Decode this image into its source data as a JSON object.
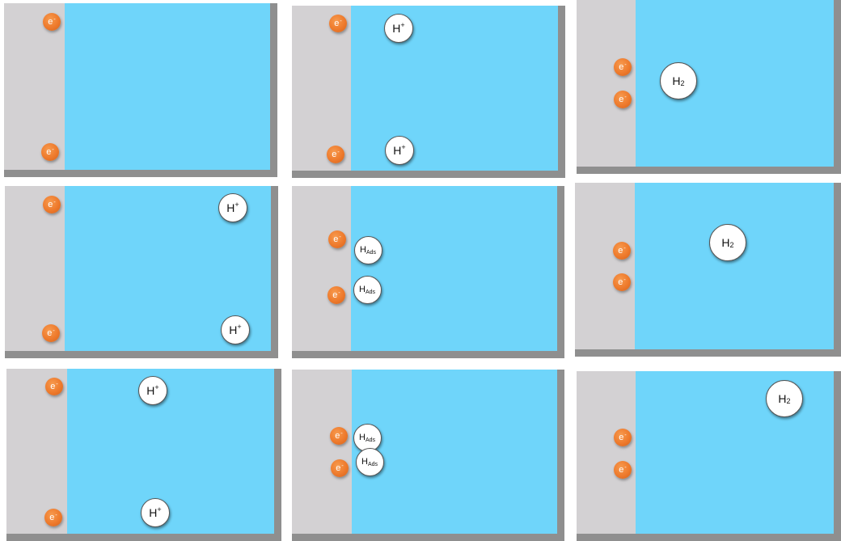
{
  "labels": {
    "electron": "e",
    "electron_charge": "-",
    "proton_base": "H",
    "proton_charge": "+",
    "h2_base": "H",
    "h2_sub": "2",
    "ads_base": "H",
    "ads_sub": "Ads"
  },
  "colors": {
    "electrode": "#d3d1d3",
    "electrolyte": "#6fd5fa",
    "shadow": "#8f8f8f",
    "electron": "#ee7a2c",
    "molecule": "#ffffff"
  },
  "panels": [
    {
      "row": 1,
      "col": 1,
      "particles": [
        "electron",
        "electron"
      ]
    },
    {
      "row": 1,
      "col": 2,
      "particles": [
        "electron",
        "electron",
        "proton",
        "proton"
      ]
    },
    {
      "row": 1,
      "col": 3,
      "particles": [
        "electron",
        "electron",
        "h2"
      ]
    },
    {
      "row": 2,
      "col": 1,
      "particles": [
        "electron",
        "electron",
        "proton",
        "proton"
      ]
    },
    {
      "row": 2,
      "col": 2,
      "particles": [
        "electron",
        "electron",
        "h_ads",
        "h_ads"
      ]
    },
    {
      "row": 2,
      "col": 3,
      "particles": [
        "electron",
        "electron",
        "h2"
      ]
    },
    {
      "row": 3,
      "col": 1,
      "particles": [
        "electron",
        "electron",
        "proton",
        "proton"
      ]
    },
    {
      "row": 3,
      "col": 2,
      "particles": [
        "electron",
        "electron",
        "h_ads",
        "h_ads"
      ]
    },
    {
      "row": 3,
      "col": 3,
      "particles": [
        "electron",
        "electron",
        "h2"
      ]
    }
  ]
}
